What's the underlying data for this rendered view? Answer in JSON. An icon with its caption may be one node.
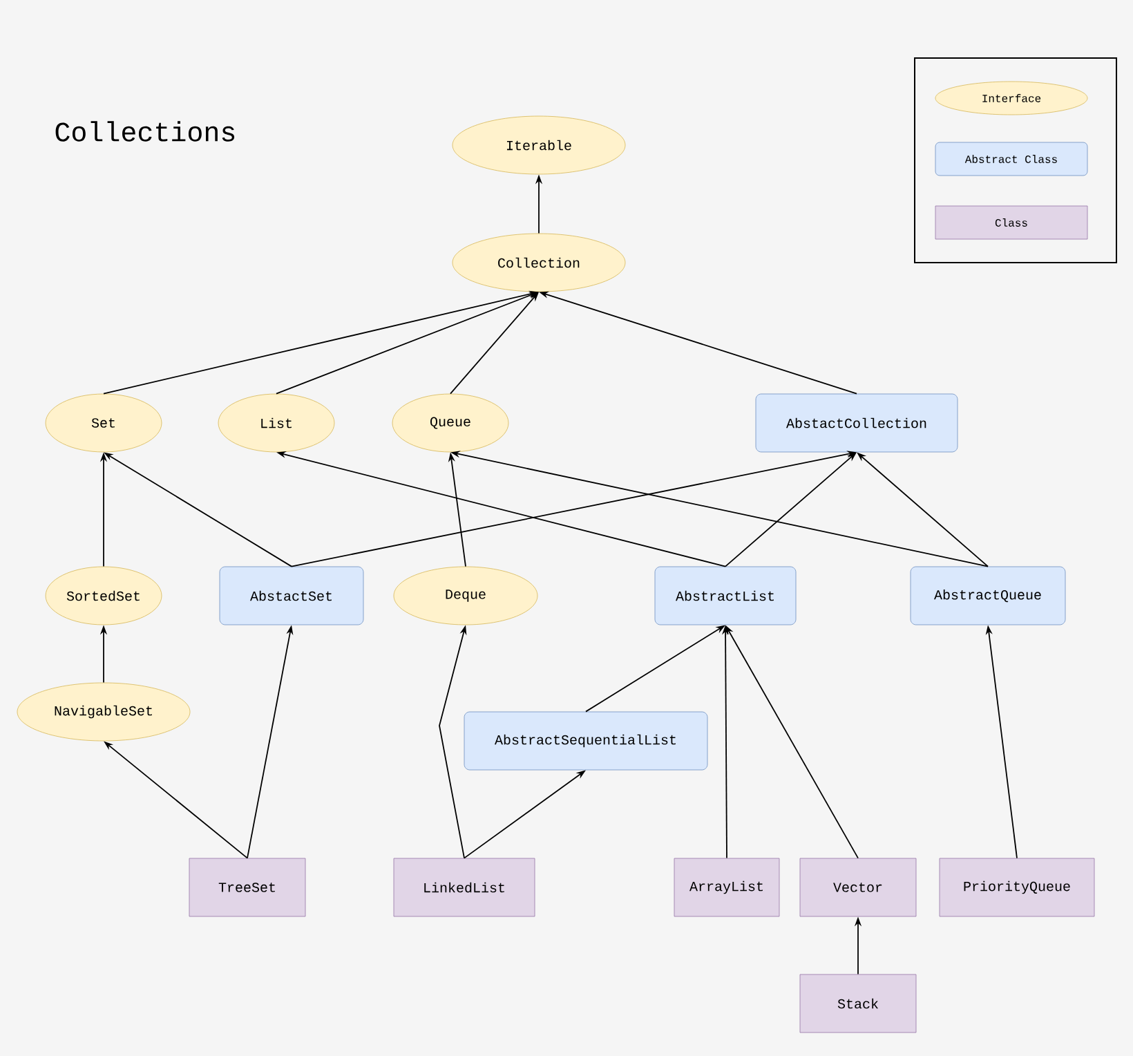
{
  "diagram": {
    "title": "Collections",
    "nodes": [
      {
        "text": [
          "Iterable"
        ]
      },
      {
        "text": [
          "Collection"
        ]
      },
      {
        "text": [
          "Set"
        ]
      },
      {
        "text": [
          "List"
        ]
      },
      {
        "text": [
          "Queue"
        ]
      },
      {
        "text": [
          "AbstactCollection"
        ]
      },
      {
        "text": [
          "SortedSet"
        ]
      },
      {
        "text": [
          "AbstactSet"
        ]
      },
      {
        "text": [
          "Deque"
        ]
      },
      {
        "text": [
          "AbstractList"
        ]
      },
      {
        "text": [
          "AbstractQueue"
        ]
      },
      {
        "text": [
          "NavigableSet"
        ]
      },
      {
        "text": [
          "AbstractSequentialList"
        ]
      },
      {
        "text": [
          "TreeSet"
        ]
      },
      {
        "text": [
          "LinkedList"
        ]
      },
      {
        "text": [
          "ArrayList"
        ]
      },
      {
        "text": [
          "Vector"
        ]
      },
      {
        "text": [
          "PriorityQueue"
        ]
      },
      {
        "text": [
          "Stack"
        ]
      }
    ],
    "edges": [
      {
        "from": 1,
        "to": 0,
        "arrow": "to"
      },
      {
        "from": 2,
        "to": 1,
        "arrow": "to"
      },
      {
        "from": 3,
        "to": 1,
        "arrow": "to"
      },
      {
        "from": 4,
        "to": 1,
        "arrow": "to"
      },
      {
        "from": 5,
        "to": 1,
        "arrow": "to"
      },
      {
        "from": 6,
        "to": 2,
        "arrow": "to"
      },
      {
        "from": 7,
        "to": 2,
        "arrow": "to"
      },
      {
        "from": 7,
        "to": 5,
        "arrow": "to"
      },
      {
        "from": 9,
        "to": 3,
        "arrow": "to"
      },
      {
        "from": 9,
        "to": 5,
        "arrow": "to"
      },
      {
        "from": 10,
        "to": 4,
        "arrow": "to"
      },
      {
        "from": 10,
        "to": 5,
        "arrow": "to"
      },
      {
        "from": 8,
        "to": 4,
        "arrow": "to"
      },
      {
        "from": 11,
        "to": 6,
        "arrow": "to"
      },
      {
        "from": 12,
        "to": 9,
        "arrow": "to"
      },
      {
        "from": 13,
        "to": 11,
        "arrow": "to"
      },
      {
        "from": 13,
        "to": 7,
        "arrow": "to"
      },
      {
        "from": 14,
        "to": 8,
        "arrow": "to"
      },
      {
        "from": 14,
        "to": 12,
        "arrow": "to"
      },
      {
        "from": 15,
        "to": 9,
        "arrow": "to"
      },
      {
        "from": 16,
        "to": 9,
        "arrow": "to"
      },
      {
        "from": 17,
        "to": 10,
        "arrow": "to"
      },
      {
        "from": 18,
        "to": 16,
        "arrow": "to"
      }
    ],
    "legend": [
      {
        "text": "Interface",
        "color": "#fff2cc"
      },
      {
        "text": "Abstract Class",
        "color": "#dae8fc"
      },
      {
        "text": "Class",
        "color": "#e1d5e7"
      }
    ]
  }
}
